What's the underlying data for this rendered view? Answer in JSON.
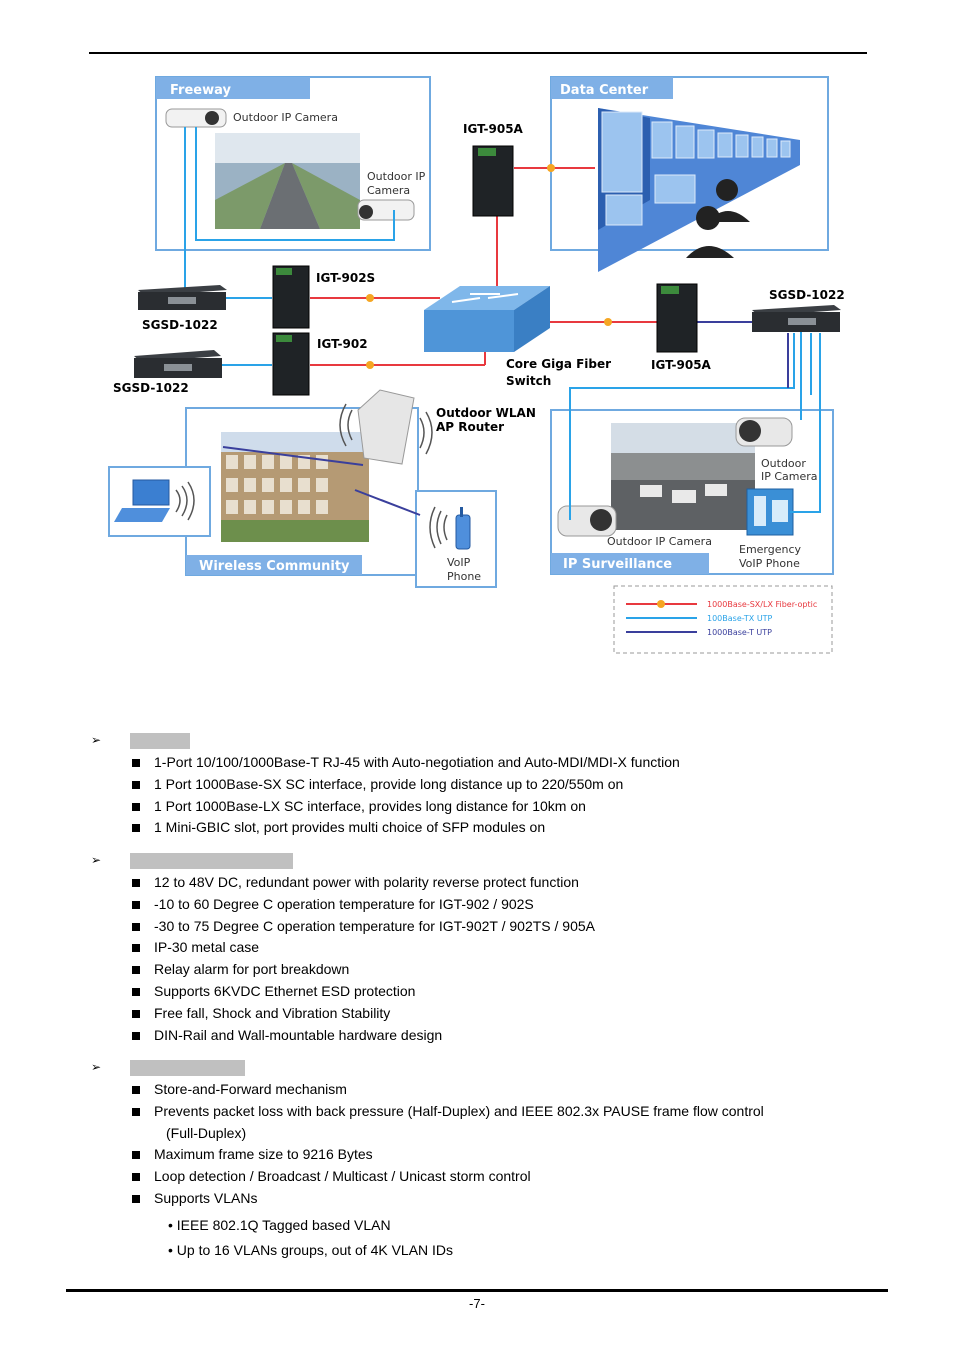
{
  "diagram": {
    "freeway_title": "Freeway",
    "datacenter_title": "Data Center",
    "wireless_title": "Wireless Community",
    "surveillance_title": "IP Surveillance",
    "outdoor_ip_camera_top": "Outdoor IP Camera",
    "outdoor_ip_camera_right_1": "Outdoor IP",
    "outdoor_ip_camera_right_2": "Camera",
    "igt905a_top": "IGT-905A",
    "igt902s": "IGT-902S",
    "igt902": "IGT-902",
    "sgsd1022_left1": "SGSD-1022",
    "sgsd1022_left2": "SGSD-1022",
    "sgsd1022_right": "SGSD-1022",
    "core_switch_1": "Core Giga Fiber",
    "core_switch_2": "Switch",
    "igt905a_right": "IGT-905A",
    "wlan_1": "Outdoor WLAN",
    "wlan_2": "AP Router",
    "voip_1": "VoIP",
    "voip_2": "Phone",
    "surv_cam_right_1": "Outdoor",
    "surv_cam_right_2": "IP Camera",
    "surv_cam_left": "Outdoor IP Camera",
    "emergency_1": "Emergency",
    "emergency_2": "VoIP Phone",
    "legend": [
      {
        "label": "1000Base-SX/LX Fiber-optic",
        "color": "#e8393f"
      },
      {
        "label": "100Base-TX UTP",
        "color": "#2aa3e8"
      },
      {
        "label": "1000Base-T UTP",
        "color": "#3a3f9c"
      }
    ],
    "colors": {
      "fiber": "#e8393f",
      "utp100": "#2aa3e8",
      "utp1000": "#3a3f9c",
      "panel_border": "#6fa9e0",
      "panel_tab": "#7fb0e6",
      "fiber_marker": "#f5a623"
    }
  },
  "sections": [
    {
      "marker": "➢",
      "items": [
        "1-Port 10/100/1000Base-T RJ-45 with Auto-negotiation and Auto-MDI/MDI-X function",
        "1 Port 1000Base-SX SC interface, provide long distance up to 220/550m on",
        "1 Port 1000Base-LX SC interface, provides long distance for 10km on",
        "1 Mini-GBIC slot, port provides multi choice of SFP modules on"
      ]
    },
    {
      "marker": "➢",
      "items": [
        "12 to 48V DC, redundant power with polarity reverse protect function",
        "-10 to 60 Degree C operation temperature for IGT-902 / 902S",
        "-30 to 75 Degree C operation temperature for IGT-902T / 902TS / 905A",
        "IP-30 metal case",
        "Relay alarm for port breakdown",
        "Supports 6KVDC Ethernet ESD protection",
        "Free fall, Shock and Vibration Stability",
        "DIN-Rail and Wall-mountable hardware design"
      ]
    },
    {
      "marker": "➢",
      "items": [
        "Store-and-Forward mechanism",
        "Prevents packet loss with back pressure (Half-Duplex) and IEEE 802.3x PAUSE frame flow control",
        "(Full-Duplex)",
        "Maximum frame size to 9216 Bytes",
        "Loop detection / Broadcast / Multicast / Unicast storm control",
        "Supports VLANs"
      ],
      "subitems": [
        "• IEEE 802.1Q Tagged based VLAN",
        "• Up to 16 VLANs groups, out of 4K VLAN IDs"
      ]
    }
  ],
  "page_number": "-7-"
}
